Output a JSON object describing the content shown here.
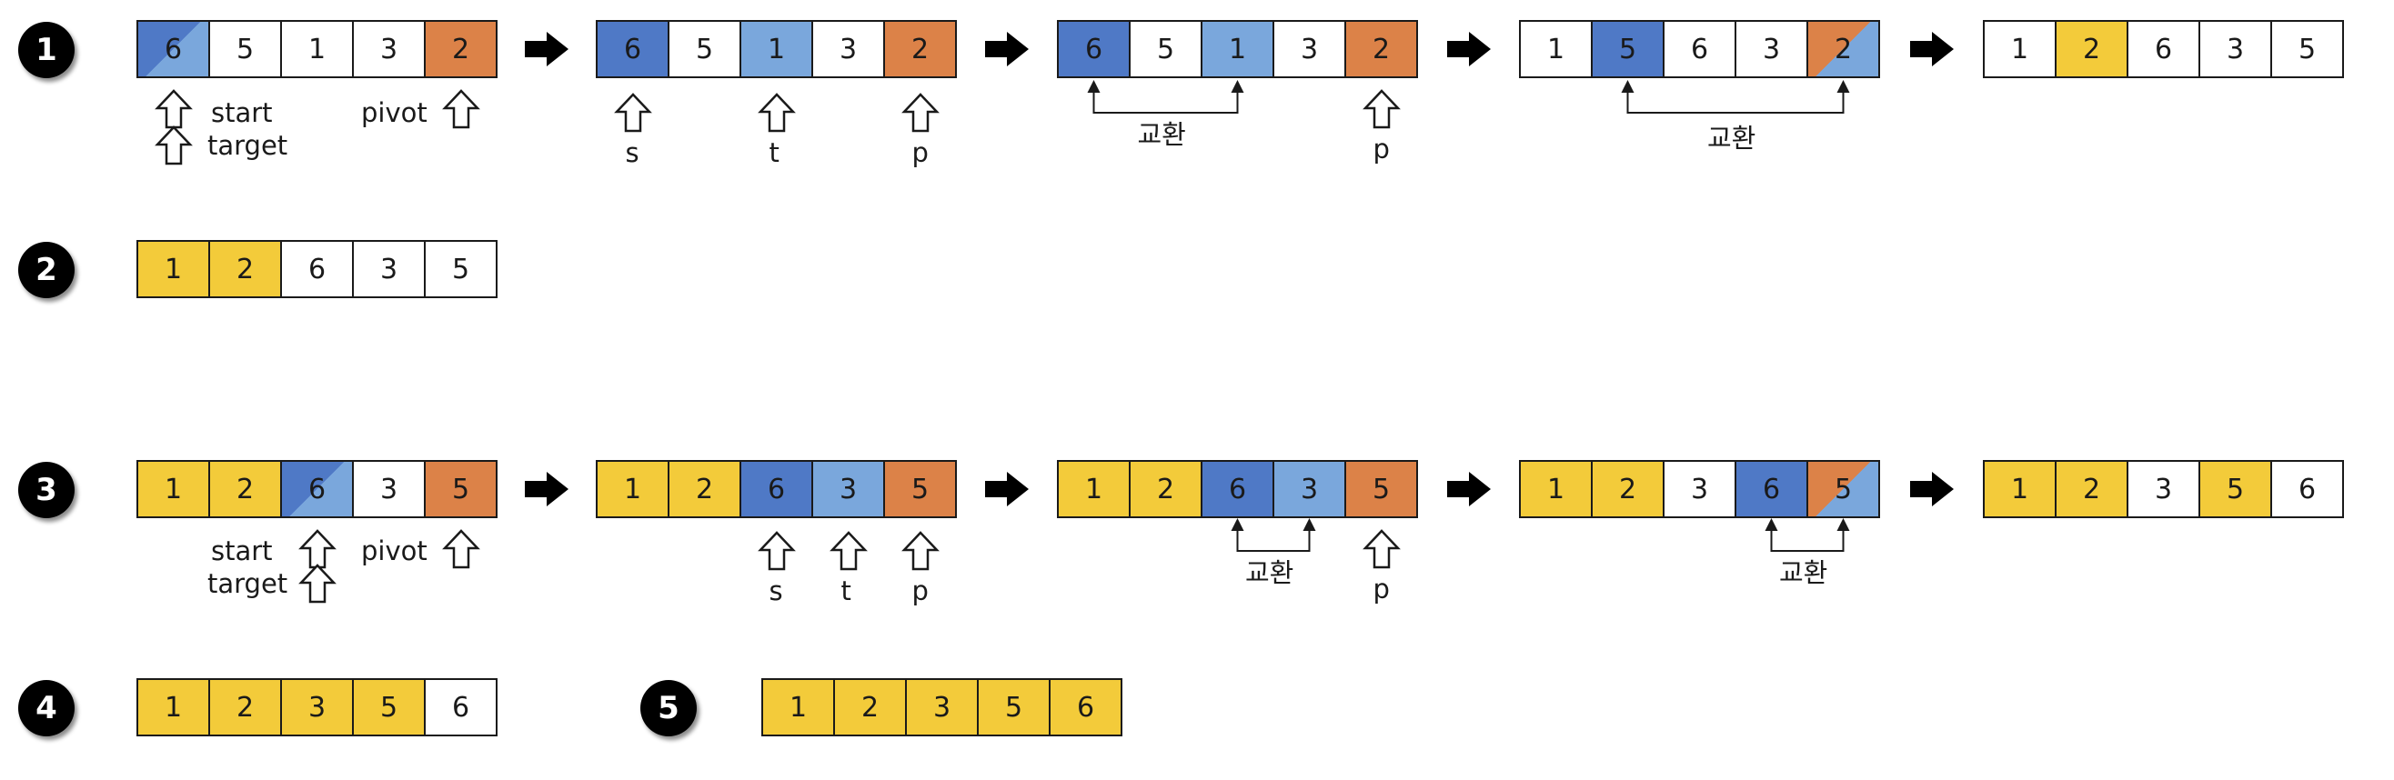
{
  "colors": {
    "dark_blue": "#4f79c6",
    "light_blue": "#7aa7dc",
    "orange": "#dc8248",
    "yellow": "#f3cb3a",
    "white": "#ffffff"
  },
  "steps": [
    {
      "number": "1",
      "arrays": [
        {
          "values": [
            "6",
            "5",
            "1",
            "3",
            "2"
          ],
          "colors": [
            "dl",
            "w",
            "w",
            "w",
            "o"
          ]
        },
        {
          "values": [
            "6",
            "5",
            "1",
            "3",
            "2"
          ],
          "colors": [
            "d",
            "w",
            "l",
            "w",
            "o"
          ]
        },
        {
          "values": [
            "6",
            "5",
            "1",
            "3",
            "2"
          ],
          "colors": [
            "d",
            "w",
            "l",
            "w",
            "o"
          ]
        },
        {
          "values": [
            "1",
            "5",
            "6",
            "3",
            "2"
          ],
          "colors": [
            "w",
            "d",
            "w",
            "w",
            "ol"
          ]
        },
        {
          "values": [
            "1",
            "2",
            "6",
            "3",
            "5"
          ],
          "colors": [
            "w",
            "y",
            "w",
            "w",
            "w"
          ]
        }
      ]
    },
    {
      "number": "2",
      "arrays": [
        {
          "values": [
            "1",
            "2",
            "6",
            "3",
            "5"
          ],
          "colors": [
            "y",
            "y",
            "w",
            "w",
            "w"
          ]
        }
      ]
    },
    {
      "number": "3",
      "arrays": [
        {
          "values": [
            "1",
            "2",
            "6",
            "3",
            "5"
          ],
          "colors": [
            "y",
            "y",
            "dl",
            "w",
            "o"
          ]
        },
        {
          "values": [
            "1",
            "2",
            "6",
            "3",
            "5"
          ],
          "colors": [
            "y",
            "y",
            "d",
            "l",
            "o"
          ]
        },
        {
          "values": [
            "1",
            "2",
            "6",
            "3",
            "5"
          ],
          "colors": [
            "y",
            "y",
            "d",
            "l",
            "o"
          ]
        },
        {
          "values": [
            "1",
            "2",
            "3",
            "6",
            "5"
          ],
          "colors": [
            "y",
            "y",
            "w",
            "d",
            "ol"
          ]
        },
        {
          "values": [
            "1",
            "2",
            "3",
            "5",
            "6"
          ],
          "colors": [
            "y",
            "y",
            "w",
            "y",
            "w"
          ]
        }
      ]
    },
    {
      "number": "4",
      "arrays": [
        {
          "values": [
            "1",
            "2",
            "3",
            "5",
            "6"
          ],
          "colors": [
            "y",
            "y",
            "y",
            "y",
            "w"
          ]
        }
      ]
    },
    {
      "number": "5",
      "arrays": [
        {
          "values": [
            "1",
            "2",
            "3",
            "5",
            "6"
          ],
          "colors": [
            "y",
            "y",
            "y",
            "y",
            "y"
          ]
        }
      ]
    }
  ],
  "labels": {
    "start": "start",
    "target": "target",
    "pivot": "pivot",
    "s": "s",
    "t": "t",
    "p": "p",
    "swap": "교환"
  }
}
